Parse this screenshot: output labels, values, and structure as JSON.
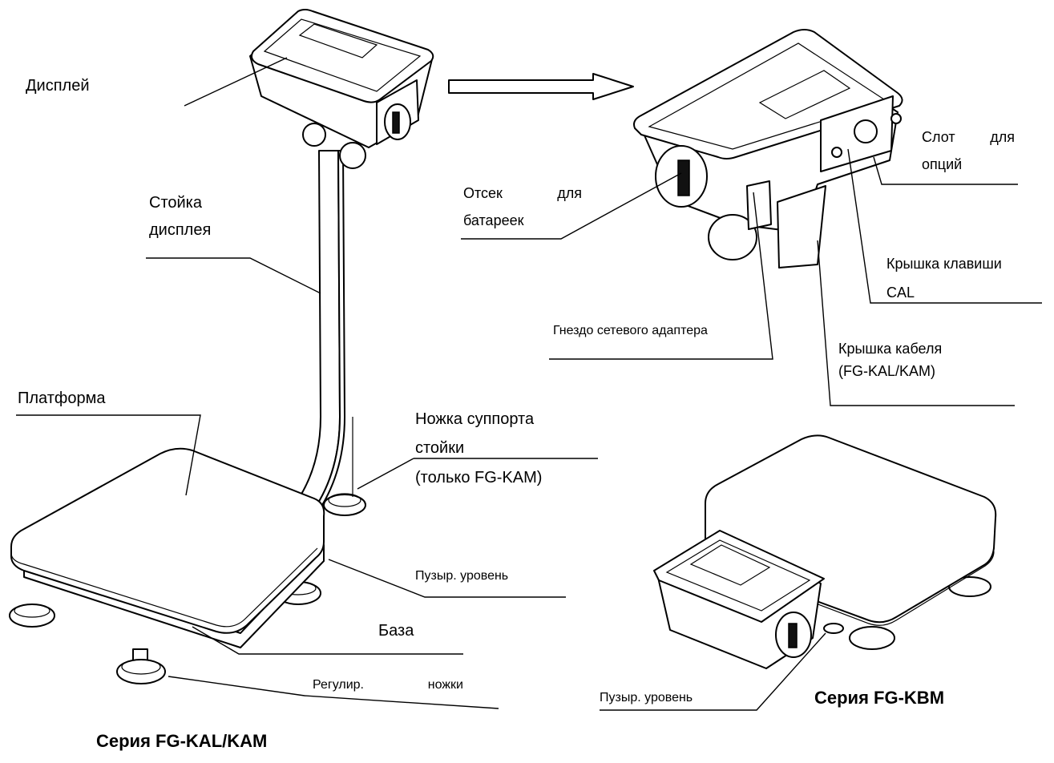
{
  "labels": {
    "display": "Дисплей",
    "display_post_line1": "Стойка",
    "display_post_line2": "дисплея",
    "platform": "Платформа",
    "support_leg_line1": "Ножка суппорта",
    "support_leg_line2": "стойки",
    "support_leg_line3": "(только FG-KAM)",
    "bubble_level_left": "Пузыр. уровень",
    "base": "База",
    "adjust_feet_a": "Регулир.",
    "adjust_feet_b": "ножки",
    "battery_a": "Отсек",
    "battery_b": "для",
    "battery_line2": "батареек",
    "option_slot_a": "Слот",
    "option_slot_b": "для",
    "option_slot_line2": "опций",
    "cal_cover_line1": "Крышка клавиши",
    "cal_cover_line2": "CAL",
    "ac_adapter": "Гнездо сетевого адаптера",
    "cable_cover_line1": "Крышка кабеля",
    "cable_cover_line2": "(FG-KAL/KAM)",
    "bubble_level_right": "Пузыр. уровень"
  },
  "titles": {
    "kal_kam": "Серия FG-KAL/KAM",
    "kbm": "Серия FG-KBM"
  }
}
